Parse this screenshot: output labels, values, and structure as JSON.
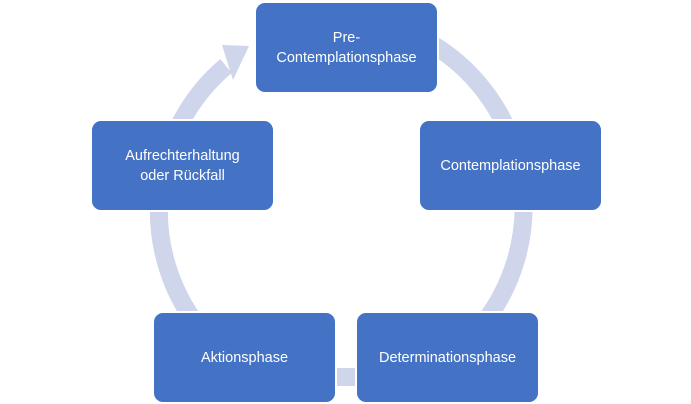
{
  "diagram": {
    "stages": [
      {
        "lines": [
          "Pre-",
          "Contemplationsphase"
        ]
      },
      {
        "lines": [
          "Contemplationsphase"
        ]
      },
      {
        "lines": [
          "Determinationsphase"
        ]
      },
      {
        "lines": [
          "Aktionsphase"
        ]
      },
      {
        "lines": [
          "Aufrechterhaltung",
          "oder Rückfall"
        ]
      }
    ]
  },
  "colors": {
    "box_fill": "#4472c4",
    "box_text": "#ffffff",
    "cycle_arrow": "#cfd5ea"
  }
}
